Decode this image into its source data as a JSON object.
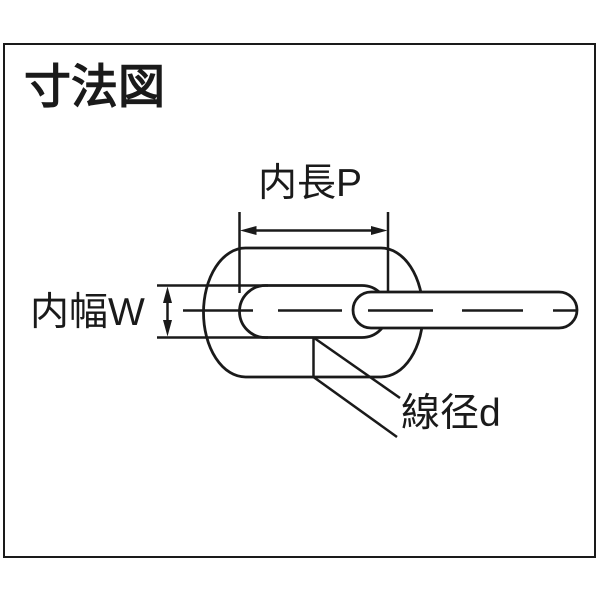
{
  "colors": {
    "line": "#1a1a1a",
    "background": "#ffffff"
  },
  "diagram": {
    "title": "寸法図",
    "type_note": "chain-link dimension drawing",
    "labels": {
      "inner_length": "内長P",
      "inner_width": "内幅W",
      "wire_diameter": "線径d"
    }
  }
}
